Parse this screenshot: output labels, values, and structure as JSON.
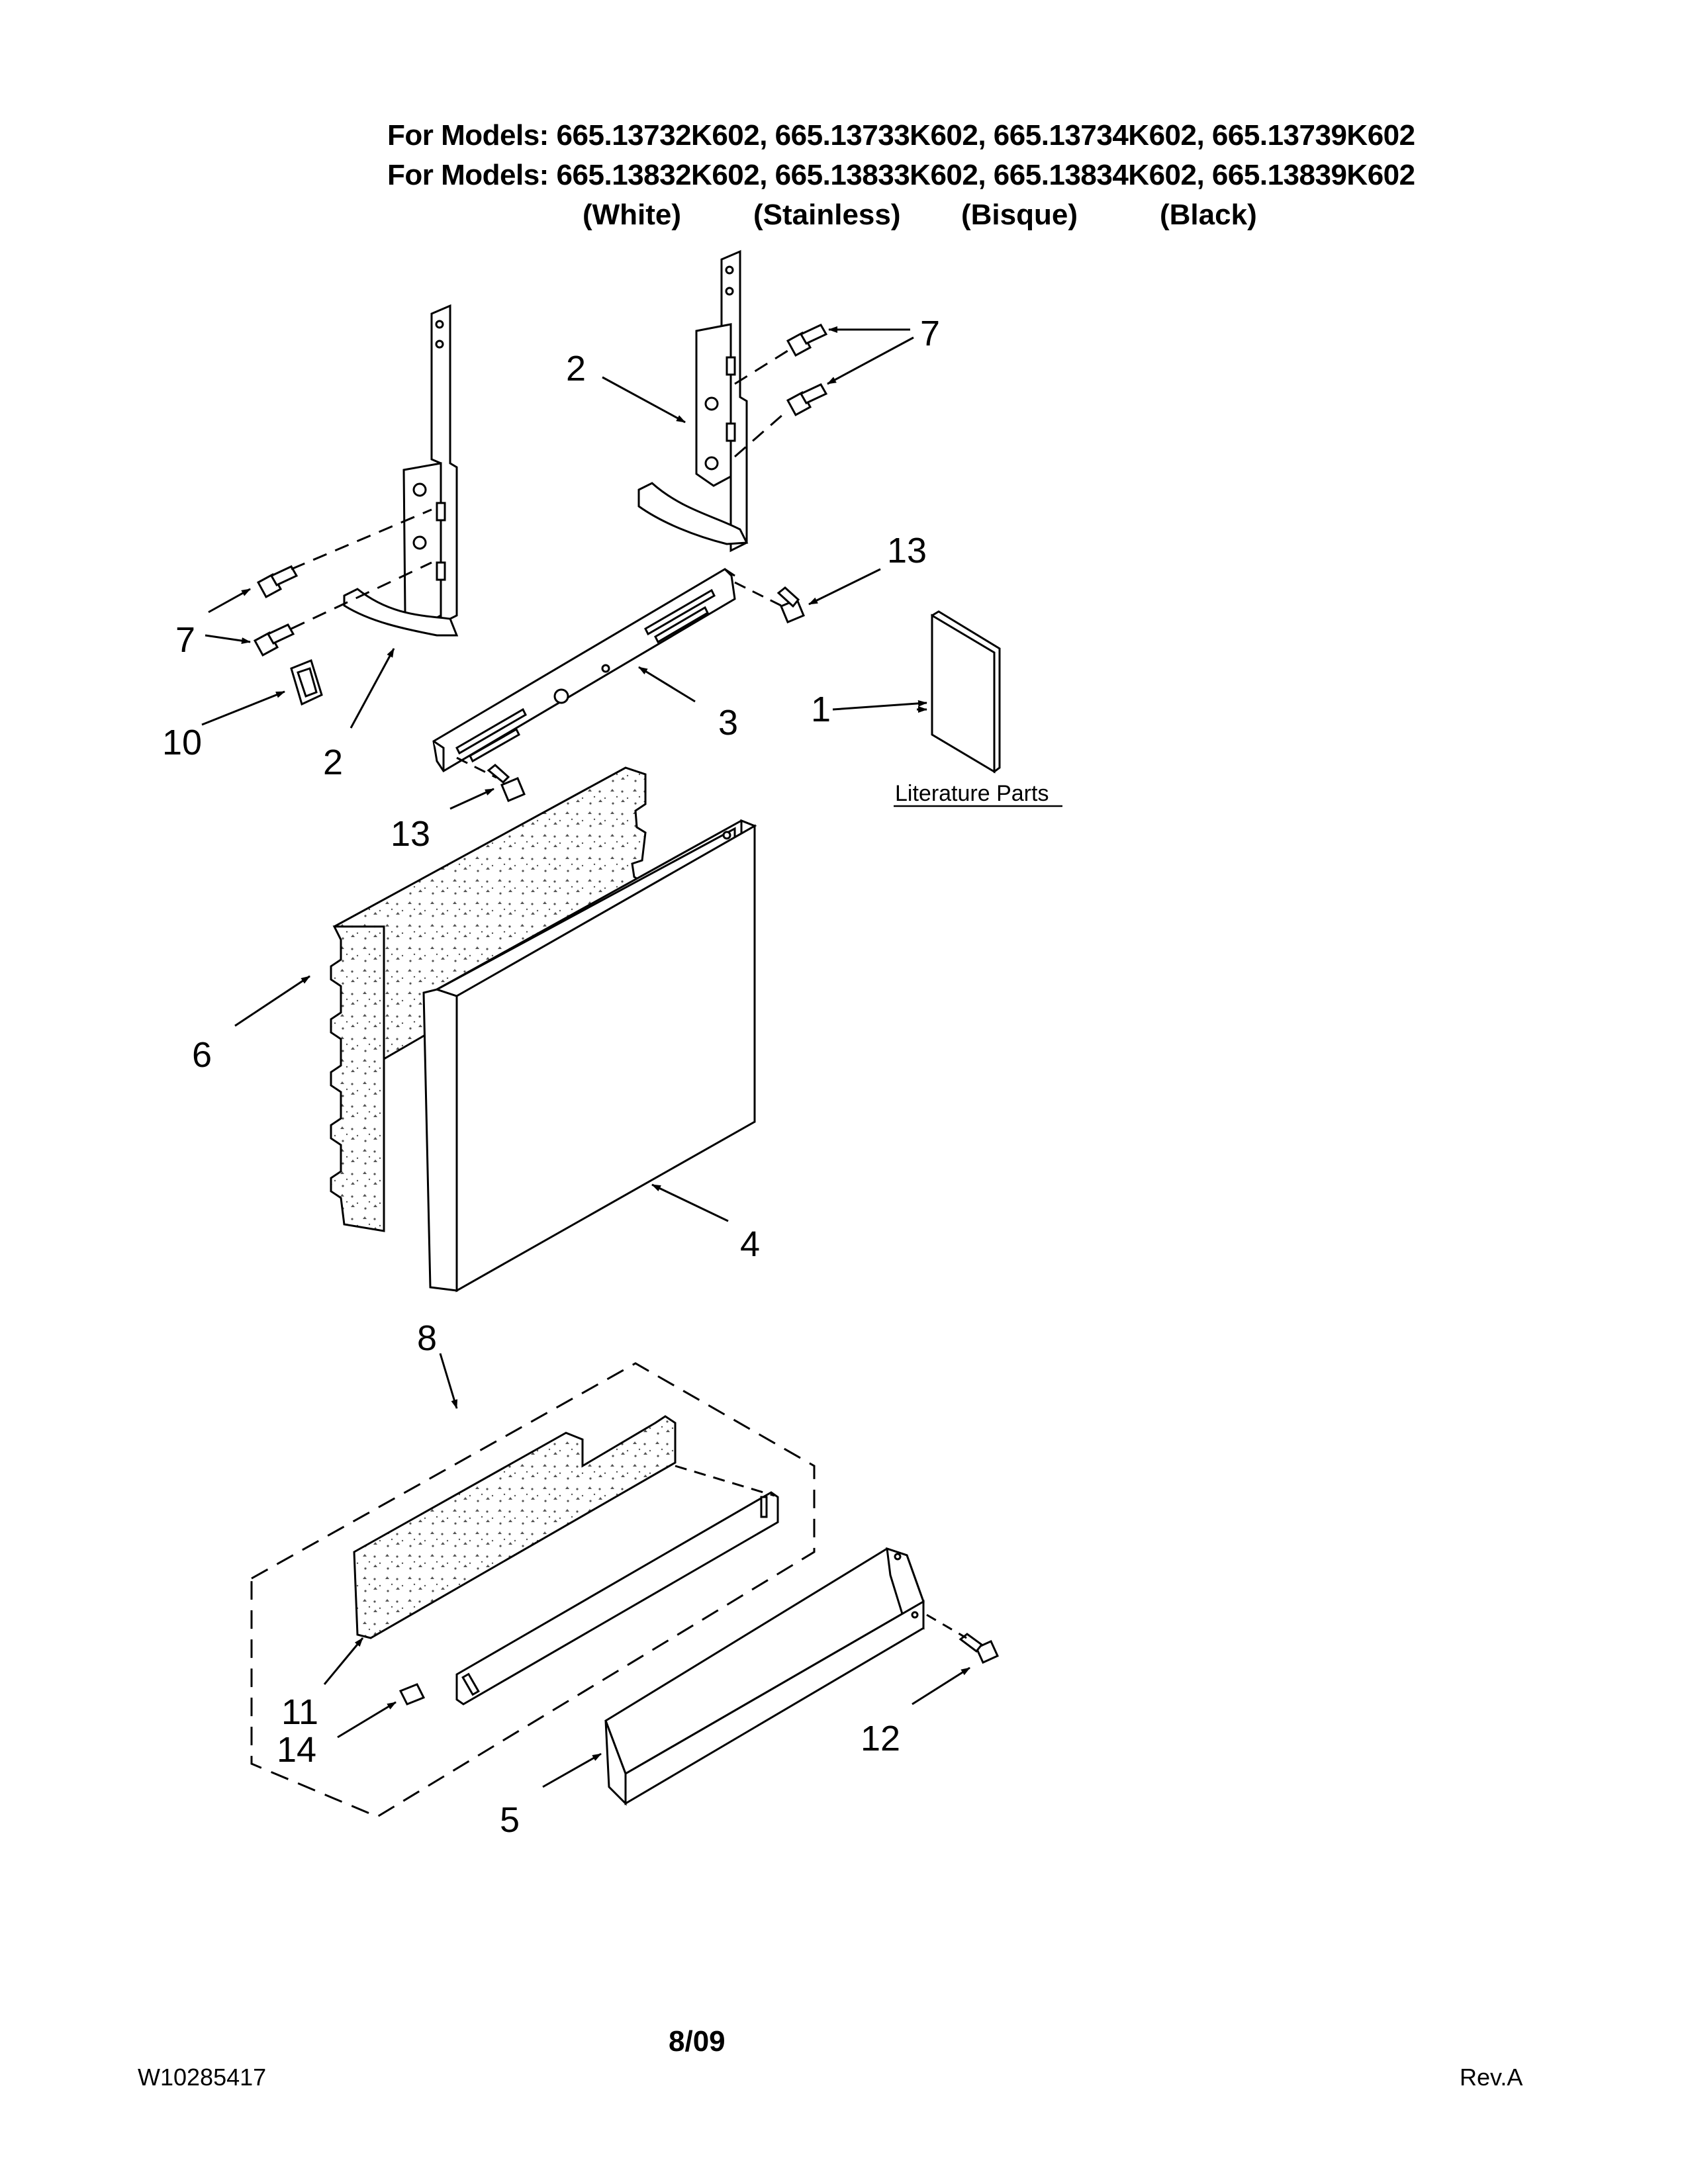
{
  "header": {
    "line1": "For Models: 665.13732K602, 665.13733K602, 665.13734K602, 665.13739K602",
    "line2": "For Models: 665.13832K602, 665.13833K602, 665.13834K602, 665.13839K602",
    "colors": [
      "(White)",
      "(Stainless)",
      "(Bisque)",
      "(Black)"
    ]
  },
  "callouts": {
    "c1": "1",
    "c2a": "2",
    "c2b": "2",
    "c3": "3",
    "c4": "4",
    "c5": "5",
    "c6": "6",
    "c7a": "7",
    "c7b": "7",
    "c8": "8",
    "c10": "10",
    "c11": "11",
    "c12": "12",
    "c13a": "13",
    "c13b": "13",
    "c14": "14"
  },
  "literature_label": "Literature Parts",
  "footer": {
    "date": "8/09",
    "part_number": "W10285417",
    "revision": "Rev.A"
  }
}
